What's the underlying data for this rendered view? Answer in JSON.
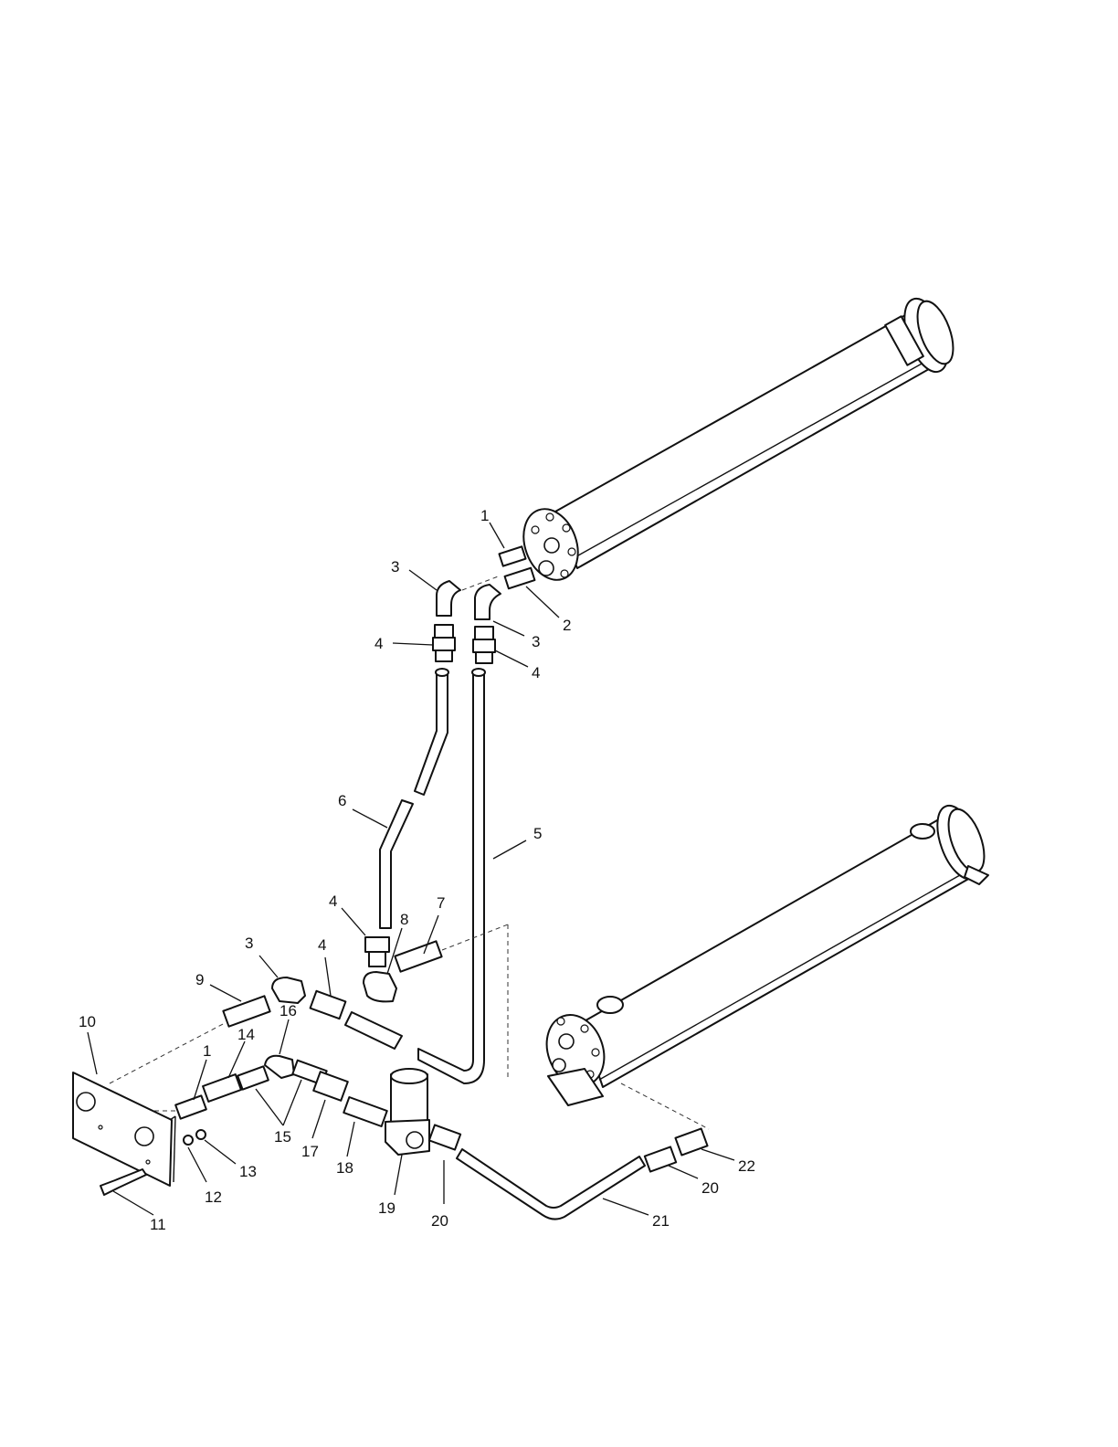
{
  "callouts": [
    {
      "id": "c1a",
      "text": "1"
    },
    {
      "id": "c2",
      "text": "2"
    },
    {
      "id": "c3a",
      "text": "3"
    },
    {
      "id": "c3b",
      "text": "3"
    },
    {
      "id": "c4a",
      "text": "4"
    },
    {
      "id": "c4b",
      "text": "4"
    },
    {
      "id": "c5",
      "text": "5"
    },
    {
      "id": "c6",
      "text": "6"
    },
    {
      "id": "c4c",
      "text": "4"
    },
    {
      "id": "c8",
      "text": "8"
    },
    {
      "id": "c7",
      "text": "7"
    },
    {
      "id": "c3c",
      "text": "3"
    },
    {
      "id": "c4d",
      "text": "4"
    },
    {
      "id": "c9",
      "text": "9"
    },
    {
      "id": "c16",
      "text": "16"
    },
    {
      "id": "c10",
      "text": "10"
    },
    {
      "id": "c14",
      "text": "14"
    },
    {
      "id": "c1b",
      "text": "1"
    },
    {
      "id": "c15",
      "text": "15"
    },
    {
      "id": "c17",
      "text": "17"
    },
    {
      "id": "c18",
      "text": "18"
    },
    {
      "id": "c13",
      "text": "13"
    },
    {
      "id": "c12",
      "text": "12"
    },
    {
      "id": "c11",
      "text": "11"
    },
    {
      "id": "c19",
      "text": "19"
    },
    {
      "id": "c20a",
      "text": "20"
    },
    {
      "id": "c21",
      "text": "21"
    },
    {
      "id": "c20b",
      "text": "20"
    },
    {
      "id": "c22",
      "text": "22"
    }
  ]
}
